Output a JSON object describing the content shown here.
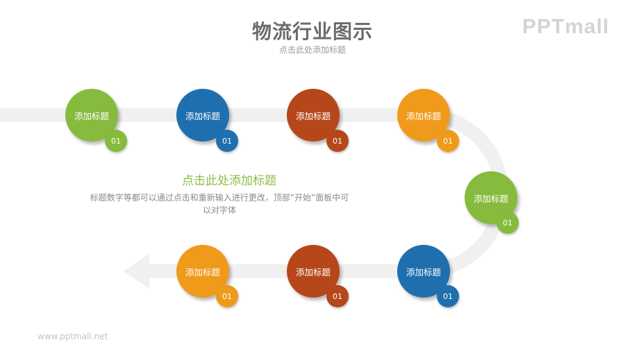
{
  "header": {
    "title": "物流行业图示",
    "subtitle": "点击此处添加标题",
    "logo": "PPTmall"
  },
  "colors": {
    "green": "#86bb3d",
    "blue": "#1f6fae",
    "rust": "#b6471a",
    "orange": "#f09a1b",
    "track": "#f0f0f0",
    "title_gray": "#6b6b6b",
    "accent_text": "#8cbd45"
  },
  "nodes": [
    {
      "label": "添加标题",
      "badge": "01",
      "color": "green"
    },
    {
      "label": "添加标题",
      "badge": "01",
      "color": "blue"
    },
    {
      "label": "添加标题",
      "badge": "01",
      "color": "rust"
    },
    {
      "label": "添加标题",
      "badge": "01",
      "color": "orange"
    },
    {
      "label": "添加标题",
      "badge": "01",
      "color": "green"
    },
    {
      "label": "添加标题",
      "badge": "01",
      "color": "blue"
    },
    {
      "label": "添加标题",
      "badge": "01",
      "color": "rust"
    },
    {
      "label": "添加标题",
      "badge": "01",
      "color": "orange"
    }
  ],
  "center": {
    "title": "点击此处添加标题",
    "description": "标题数字等都可以通过点击和重新输入进行更改，顶部“开始”面板中可以对字体"
  },
  "footer": {
    "url": "www.pptmall.net"
  }
}
